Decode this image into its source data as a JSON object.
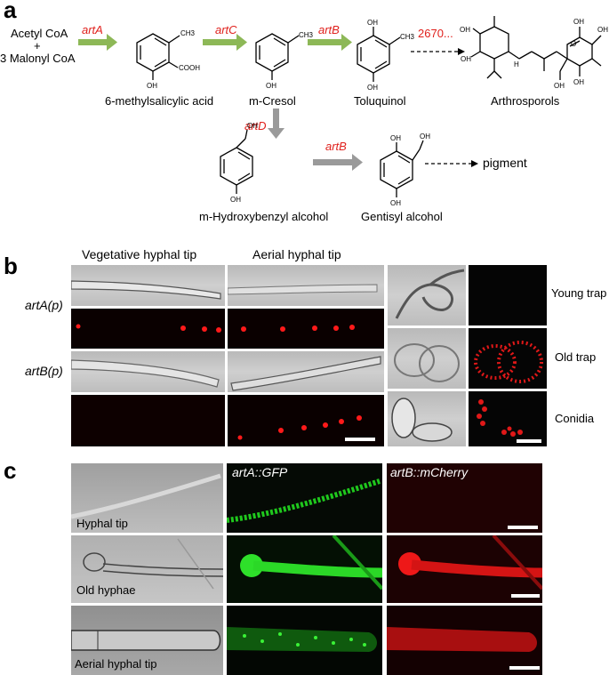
{
  "panel_a": {
    "label": "a",
    "start": {
      "line1": "Acetyl CoA",
      "plus": "+",
      "line2": "3 Malonyl CoA"
    },
    "enzymes": {
      "artA": "artA",
      "artC": "artC",
      "artB_top": "artB",
      "artD": "artD",
      "artB_bottom": "artB",
      "next": "2670..."
    },
    "compounds": {
      "c1": "6-methylsalicylic acid",
      "c2": "m-Cresol",
      "c3": "Toluquinol",
      "c4": "Arthrosporols",
      "c5": "m-Hydroxybenzyl alcohol",
      "c6": "Gentisyl alcohol",
      "pigment": "pigment"
    },
    "atoms": {
      "ch3": "CH3",
      "cooh": "COOH",
      "oh": "OH",
      "h": "H",
      "o": "O"
    }
  },
  "panel_b": {
    "label": "b",
    "col1": "Vegetative hyphal tip",
    "col2": "Aerial hyphal tip",
    "row1": "artA(p)",
    "row2": "artB(p)",
    "right_labels": [
      "Young trap",
      "Old trap",
      "Conidia"
    ]
  },
  "panel_c": {
    "label": "c",
    "col2": "artA::GFP",
    "col3": "artB::mCherry",
    "rows": [
      "Hyphal tip",
      "Old hyphae",
      "Aerial hyphal tip"
    ]
  },
  "colors": {
    "green_arrow": "#8db857",
    "gray_arrow": "#9a9a9a",
    "enzyme_red": "#e0201c",
    "gfp": "#22c41f",
    "mcherry": "#e0101c"
  }
}
